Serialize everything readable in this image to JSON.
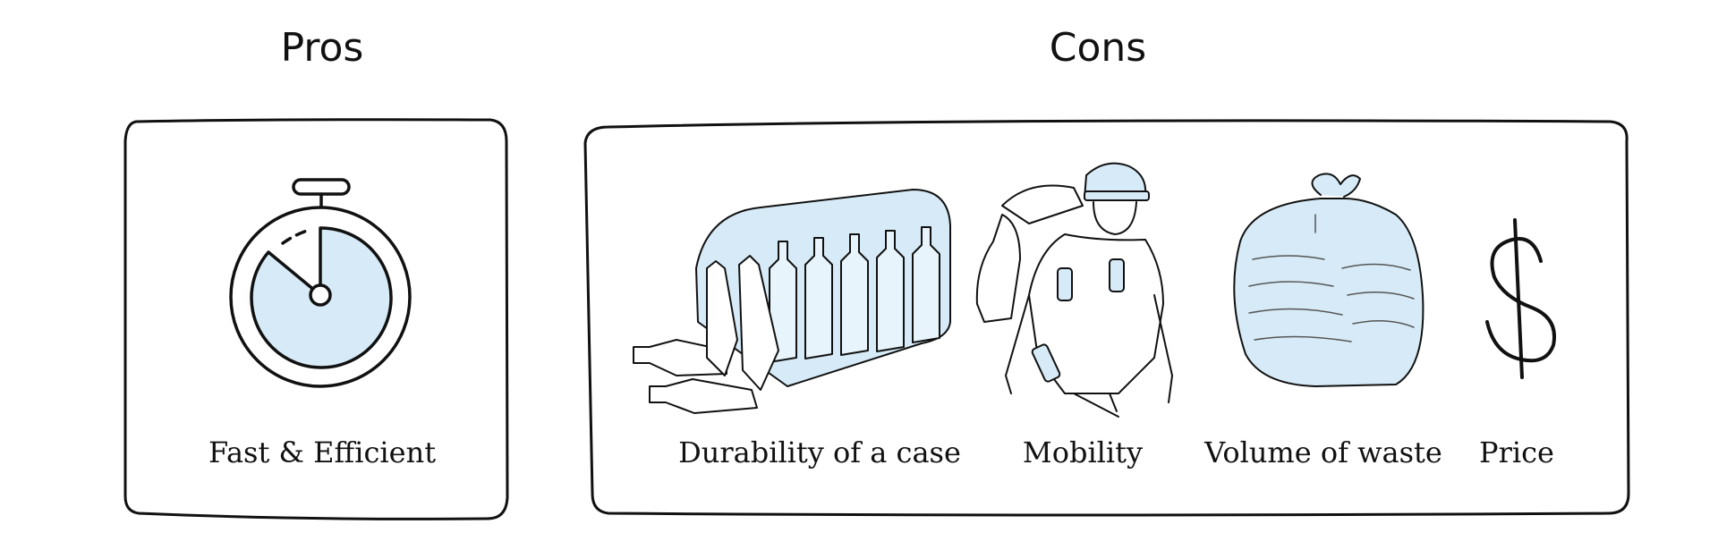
{
  "pros": {
    "heading": "Pros",
    "items": [
      {
        "label": "Fast & Efficient",
        "icon": "stopwatch-icon"
      }
    ]
  },
  "cons": {
    "heading": "Cons",
    "items": [
      {
        "label": "Durability of a case",
        "icon": "bottle-case-icon"
      },
      {
        "label": "Mobility",
        "icon": "hiker-with-bottles-icon"
      },
      {
        "label": "Volume of waste",
        "icon": "trash-bag-icon"
      },
      {
        "label": "Price",
        "icon": "dollar-icon"
      }
    ]
  },
  "colors": {
    "ink": "#111111",
    "fill": "#d6ebf7"
  }
}
